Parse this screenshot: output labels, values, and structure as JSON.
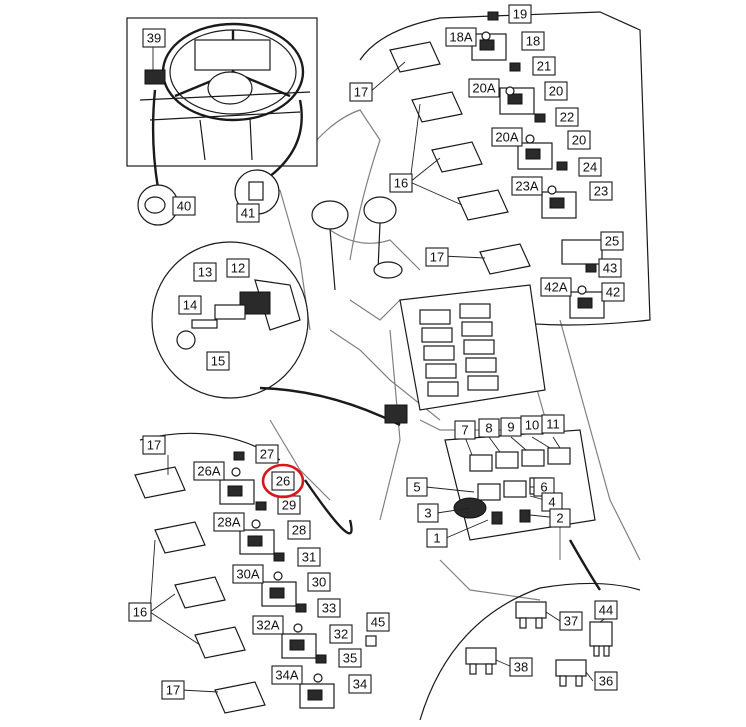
{
  "diagram": {
    "highlighted_label": "26",
    "highlight_color": "#d8171a",
    "label_highlight_color": "#f0c060",
    "labels": [
      {
        "id": "l39",
        "text": "39"
      },
      {
        "id": "l40",
        "text": "40"
      },
      {
        "id": "l41",
        "text": "41"
      },
      {
        "id": "l12",
        "text": "12"
      },
      {
        "id": "l13",
        "text": "13"
      },
      {
        "id": "l14",
        "text": "14"
      },
      {
        "id": "l15",
        "text": "15"
      },
      {
        "id": "l19",
        "text": "19"
      },
      {
        "id": "l18A",
        "text": "18A"
      },
      {
        "id": "l18",
        "text": "18"
      },
      {
        "id": "l17a",
        "text": "17"
      },
      {
        "id": "l21",
        "text": "21"
      },
      {
        "id": "l20A1",
        "text": "20A"
      },
      {
        "id": "l20a",
        "text": "20"
      },
      {
        "id": "l22",
        "text": "22"
      },
      {
        "id": "l20A2",
        "text": "20A"
      },
      {
        "id": "l20b",
        "text": "20"
      },
      {
        "id": "l16a",
        "text": "16"
      },
      {
        "id": "l24",
        "text": "24"
      },
      {
        "id": "l23A",
        "text": "23A"
      },
      {
        "id": "l23",
        "text": "23"
      },
      {
        "id": "l25",
        "text": "25"
      },
      {
        "id": "l17b",
        "text": "17"
      },
      {
        "id": "l43",
        "text": "43"
      },
      {
        "id": "l42A",
        "text": "42A"
      },
      {
        "id": "l42",
        "text": "42"
      },
      {
        "id": "l7",
        "text": "7"
      },
      {
        "id": "l8",
        "text": "8"
      },
      {
        "id": "l9",
        "text": "9"
      },
      {
        "id": "l10",
        "text": "10"
      },
      {
        "id": "l11",
        "text": "11"
      },
      {
        "id": "l5",
        "text": "5"
      },
      {
        "id": "l6",
        "text": "6"
      },
      {
        "id": "l4",
        "text": "4"
      },
      {
        "id": "l3",
        "text": "3"
      },
      {
        "id": "l2",
        "text": "2"
      },
      {
        "id": "l1",
        "text": "1"
      },
      {
        "id": "l17c",
        "text": "17"
      },
      {
        "id": "l27",
        "text": "27"
      },
      {
        "id": "l26A",
        "text": "26A"
      },
      {
        "id": "l26",
        "text": "26"
      },
      {
        "id": "l29",
        "text": "29"
      },
      {
        "id": "l28A",
        "text": "28A"
      },
      {
        "id": "l28",
        "text": "28"
      },
      {
        "id": "l31",
        "text": "31"
      },
      {
        "id": "l30A",
        "text": "30A"
      },
      {
        "id": "l30",
        "text": "30"
      },
      {
        "id": "l16b",
        "text": "16"
      },
      {
        "id": "l33",
        "text": "33"
      },
      {
        "id": "l32A",
        "text": "32A"
      },
      {
        "id": "l32",
        "text": "32"
      },
      {
        "id": "l45",
        "text": "45"
      },
      {
        "id": "l35",
        "text": "35"
      },
      {
        "id": "l34A",
        "text": "34A"
      },
      {
        "id": "l34",
        "text": "34"
      },
      {
        "id": "l17d",
        "text": "17"
      },
      {
        "id": "l37",
        "text": "37"
      },
      {
        "id": "l44",
        "text": "44"
      },
      {
        "id": "l38",
        "text": "38"
      },
      {
        "id": "l36",
        "text": "36"
      }
    ]
  }
}
